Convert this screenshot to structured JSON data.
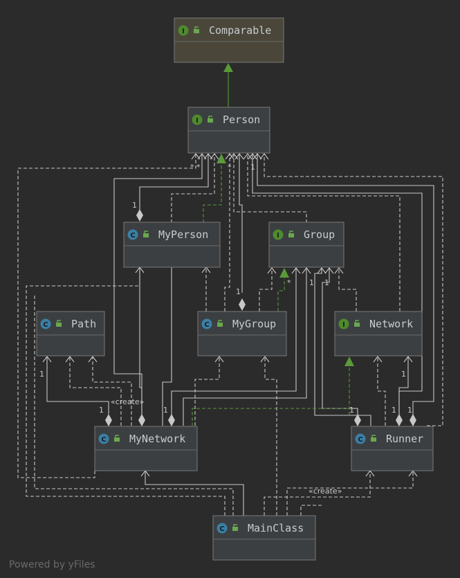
{
  "nodes": [
    {
      "id": "comparable",
      "name": "Comparable",
      "kind": "I"
    },
    {
      "id": "person",
      "name": "Person",
      "kind": "I"
    },
    {
      "id": "myperson",
      "name": "MyPerson",
      "kind": "C"
    },
    {
      "id": "group",
      "name": "Group",
      "kind": "I"
    },
    {
      "id": "path",
      "name": "Path",
      "kind": "C"
    },
    {
      "id": "mygroup",
      "name": "MyGroup",
      "kind": "C"
    },
    {
      "id": "network",
      "name": "Network",
      "kind": "I"
    },
    {
      "id": "mynetwork",
      "name": "MyNetwork",
      "kind": "C"
    },
    {
      "id": "runner",
      "name": "Runner",
      "kind": "C"
    },
    {
      "id": "mainclass",
      "name": "MainClass",
      "kind": "C"
    }
  ],
  "labels": {
    "create_left": "«create»",
    "create_right": "«create»",
    "one": "1",
    "star": "*",
    "star_pair": "* *"
  },
  "footer": "Powered by yFiles",
  "colors": {
    "background": "#2b2b2b",
    "node_fill": "#3c3f41",
    "interface_header": "#4a4a3c",
    "edge": "#c8c8c8",
    "realization": "#5a9a3a",
    "interface_badge": "#4e8a2e",
    "class_badge": "#3a7fa6"
  }
}
